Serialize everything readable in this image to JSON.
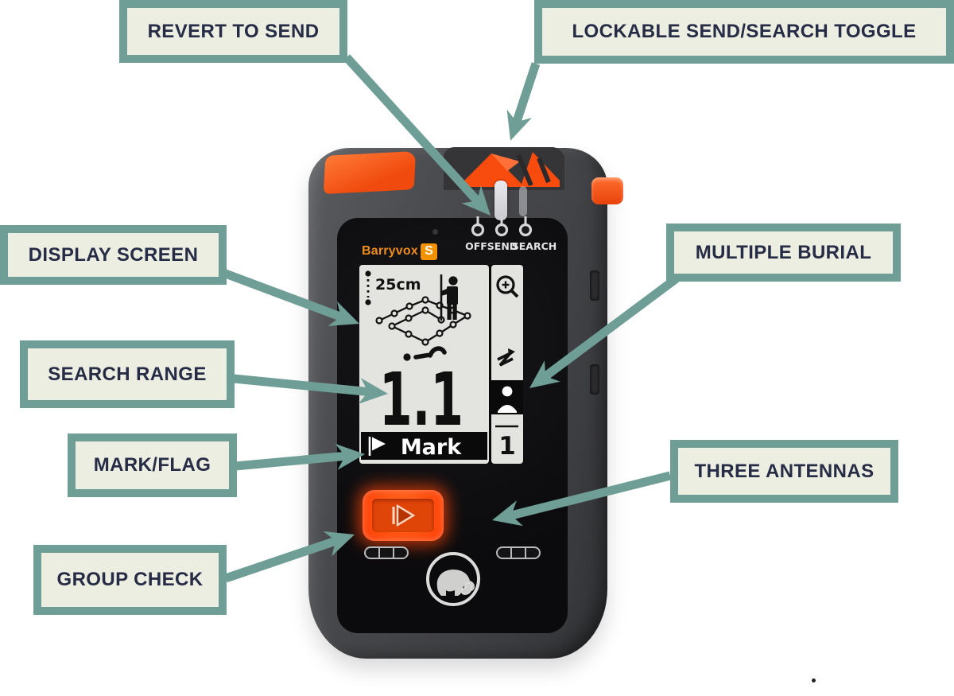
{
  "annotations": {
    "revert_to_send": "REVERT TO SEND",
    "lockable_toggle": "LOCKABLE SEND/SEARCH TOGGLE",
    "display_screen": "DISPLAY SCREEN",
    "search_range": "SEARCH RANGE",
    "mark_flag": "MARK/FLAG",
    "group_check": "GROUP CHECK",
    "multiple_burial": "MULTIPLE BURIAL",
    "three_antennas": "THREE ANTENNAS"
  },
  "device": {
    "brand": "Barryvox",
    "brand_badge": "S",
    "switch_positions": [
      "OFF",
      "SEND",
      "SEARCH"
    ],
    "screen": {
      "depth_indicator": "25cm",
      "distance_reading": "1.1",
      "mark_button_label": "Mark",
      "burial_count": "1",
      "icons": [
        "search-pattern-graphic",
        "fine-search-icon",
        "zoom-in-icon",
        "signal-flux-icon",
        "buried-victim-icon",
        "flag-icon"
      ]
    },
    "controls": [
      "send-search-toggle-icon",
      "group-check-play-icon",
      "mammut-logo"
    ]
  },
  "colors": {
    "callout_border": "#6f9e96",
    "callout_bg": "#edeee2",
    "callout_text": "#262c45",
    "arrow": "#6f9e96",
    "device_orange": "#ff4a12",
    "brand_orange": "#f39200",
    "screen_bg": "#e3e3df"
  }
}
